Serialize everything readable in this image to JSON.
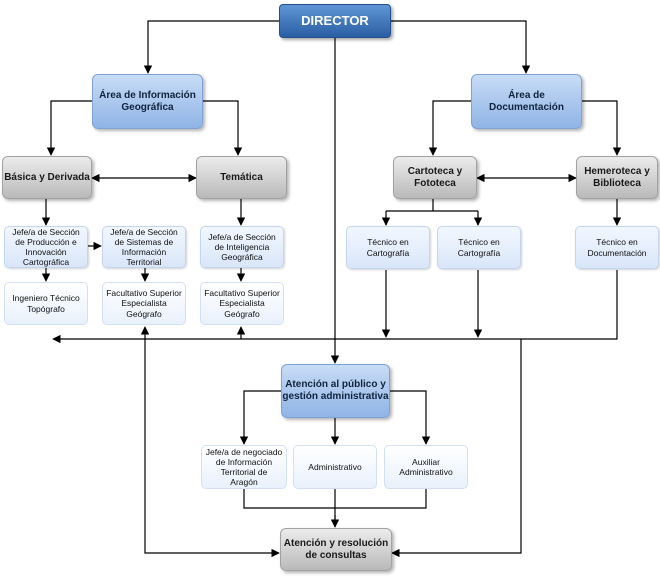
{
  "nodes": {
    "director": "DIRECTOR",
    "area_info": "Área de Información\nGeográfica",
    "area_doc": "Área de\nDocumentación",
    "basica": "Básica y Derivada",
    "tematica": "Temática",
    "cartoteca": "Cartoteca y\nFototeca",
    "hemeroteca": "Hemeroteca y\nBiblioteca",
    "jefe_produccion": "Jefe/a de Sección\nde Producción e\nInnovación\nCartográfica",
    "jefe_sistemas": "Jefe/a de Sección\nde Sistemas de\nInformación\nTerritorial",
    "jefe_inteligencia": "Jefe/a de Sección\nde Inteligencia\nGeográfica",
    "ingeniero": "Ingeniero Técnico\nTopógrafo",
    "facultativo_1": "Facultativo Superior\nEspecialista\nGeógrafo",
    "facultativo_2": "Facultativo Superior\nEspecialista\nGeógrafo",
    "tecnico_carto_1": "Técnico en\nCartografía",
    "tecnico_carto_2": "Técnico en\nCartografía",
    "tecnico_doc": "Técnico en\nDocumentación",
    "atencion_publico": "Atención al público y\ngestión administrativa",
    "jefe_negociado": "Jefe/a de negociado\nde Información\nTerritorial de\nAragón",
    "administrativo": "Administrativo",
    "auxiliar": "Auxiliar\nAdministrativo",
    "atencion_consultas": "Atención y resolución\nde consultas"
  },
  "colors": {
    "director": "#2a5ea3",
    "area": "#8fb4e6",
    "unit": "#b9b9b9",
    "position": "#d9e6f8",
    "line": "#000000"
  }
}
